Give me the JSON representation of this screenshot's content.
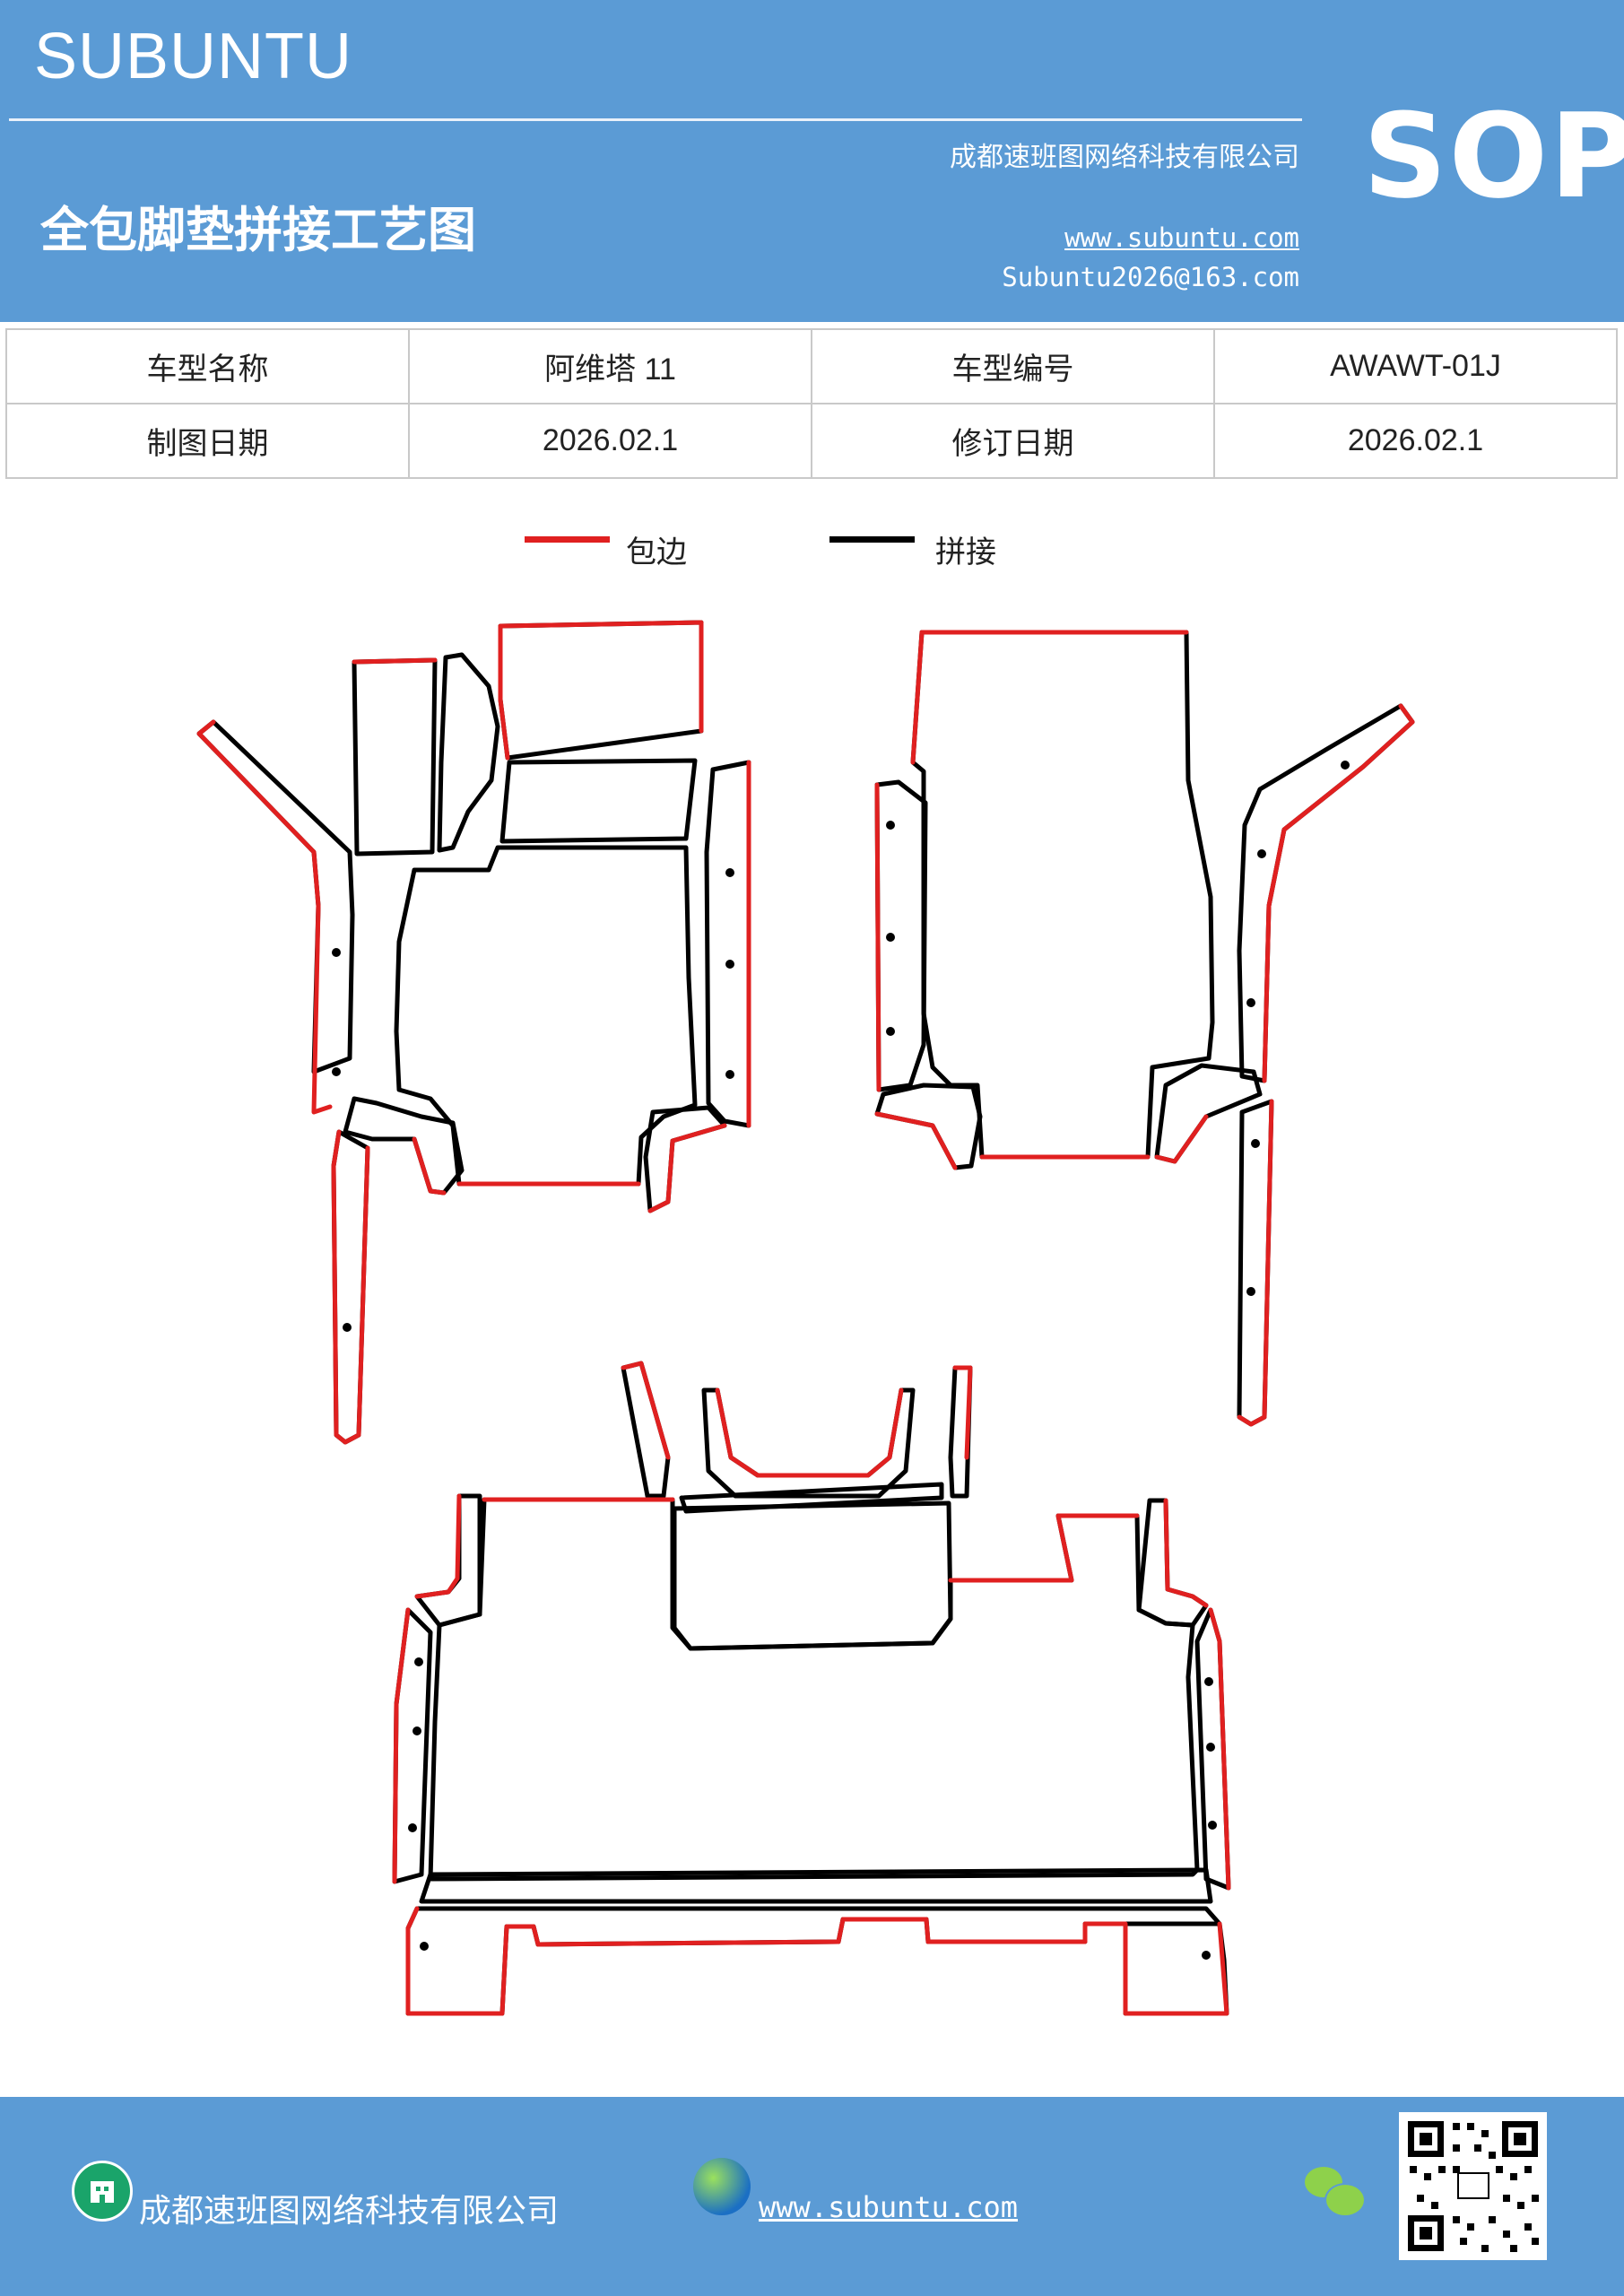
{
  "header": {
    "brand": "SUBUNTU",
    "doc_title": "全包脚垫拼接工艺图",
    "company": "成都速班图网络科技有限公司",
    "website": "www.subuntu.com",
    "email": "Subuntu2026@163.com",
    "badge": "SOP",
    "bg_color": "#5B9BD5"
  },
  "info_table": {
    "rows": [
      {
        "label1": "车型名称",
        "value1": "阿维塔 11",
        "label2": "车型编号",
        "value2": "AWAWT-01J"
      },
      {
        "label1": "制图日期",
        "value1": "2026.02.1",
        "label2": "修订日期",
        "value2": "2026.02.1"
      }
    ]
  },
  "legend": {
    "items": [
      {
        "label": "包边",
        "color": "#E02020"
      },
      {
        "label": "拼接",
        "color": "#000000"
      }
    ]
  },
  "footer": {
    "company": "成都速班图网络科技有限公司",
    "website": "www.subuntu.com",
    "icons": [
      "building-icon",
      "globe-icon",
      "wechat-icon",
      "qr-code"
    ]
  }
}
